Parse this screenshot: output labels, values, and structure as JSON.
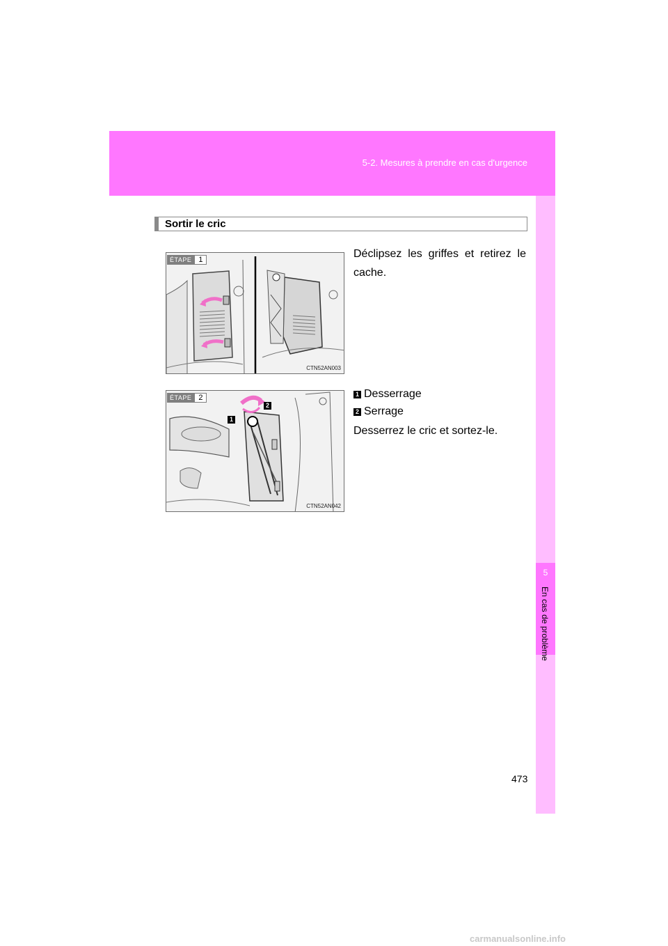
{
  "header": {
    "section": "5-2. Mesures à prendre en cas d'urgence"
  },
  "side_tab": {
    "chapter_number": "5",
    "chapter_title": "En cas de problème"
  },
  "section_title": "Sortir le cric",
  "steps": [
    {
      "badge_word": "ÉTAPE",
      "badge_number": "1",
      "figure_code": "CTN52AN003",
      "text": "Déclipsez les griffes et retirez le cache."
    },
    {
      "badge_word": "ÉTAPE",
      "badge_number": "2",
      "figure_code": "CTN52AN042",
      "text": "Desserrez le cric et sortez-le.",
      "callout_1": "1",
      "callout_2": "2",
      "legend": [
        {
          "num": "1",
          "label": "Desserrage"
        },
        {
          "num": "2",
          "label": "Serrage"
        }
      ]
    }
  ],
  "page_number": "473",
  "footer": "carmanualsonline.info",
  "colors": {
    "accent": "#ff77ff",
    "accent_light": "#ffbdff",
    "arrow": "#f070c8"
  }
}
